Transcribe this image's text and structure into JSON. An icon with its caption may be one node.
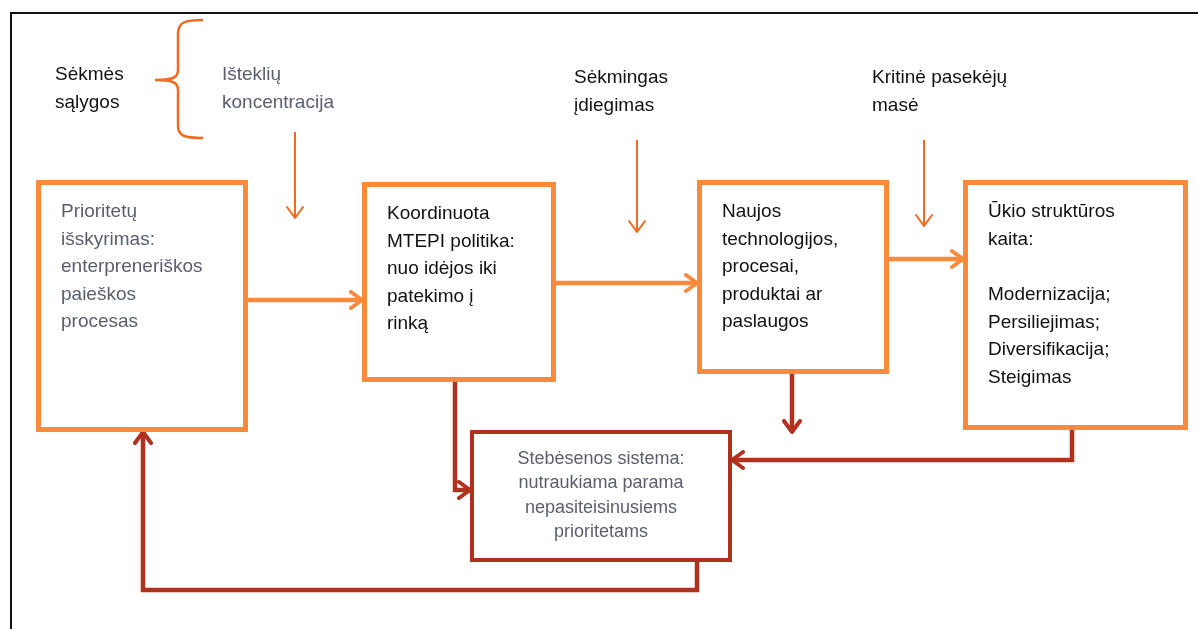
{
  "diagram": {
    "nodes": [
      {
        "text": [
          "Prioritetų išskyrimas: enterpreneriškos paieškos procesas"
        ]
      },
      {
        "text": [
          "Koordinuota MTEPI politika: nuo idėjos iki patekimo į rinką"
        ]
      },
      {
        "text": [
          "Naujos technologijos, procesai, produktai ar paslaugos"
        ]
      },
      {
        "text": [
          "Ūkio struktūros kaita:",
          "Modernizacija; Persiliejimas; Diversifikacija; Steigimas"
        ]
      },
      {
        "text": [
          "Stebėsenos sistema: nutraukiama parama nepasiteisinusiems prioritetams"
        ]
      },
      {
        "text": [
          "Išteklių koncentracija"
        ]
      },
      {
        "text": [
          "Sėkmingas įdiegimas"
        ]
      },
      {
        "text": [
          "Kritinė pasekėjų masė"
        ]
      }
    ],
    "edges": [
      {
        "from": 0,
        "to": 1,
        "arrow": "to"
      },
      {
        "from": 1,
        "to": 2,
        "arrow": "to"
      },
      {
        "from": 2,
        "to": 3,
        "arrow": "to"
      },
      {
        "from": 1,
        "to": 4,
        "arrow": "to",
        "color": "#b1311f"
      },
      {
        "from": 2,
        "to": 4,
        "arrow": "to",
        "color": "#b1311f"
      },
      {
        "from": 3,
        "to": 4,
        "arrow": "to",
        "color": "#b1311f"
      },
      {
        "from": 4,
        "to": 0,
        "arrow": "to",
        "color": "#b1311f"
      },
      {
        "from": 5,
        "to": null,
        "arrow": "to",
        "color": "#f26a1f"
      },
      {
        "from": 6,
        "to": null,
        "arrow": "to",
        "color": "#f26a1f"
      },
      {
        "from": 7,
        "to": null,
        "arrow": "to",
        "color": "#f26a1f"
      }
    ],
    "labels": [
      "Sėkmės sąlygos"
    ]
  }
}
